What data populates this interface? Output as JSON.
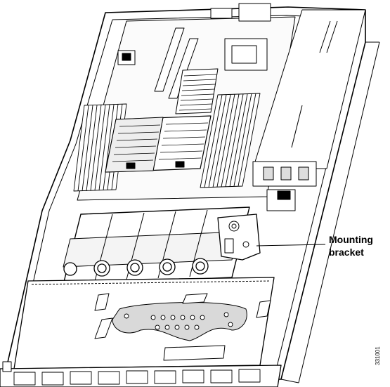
{
  "callout": {
    "line1": "Mounting",
    "line2": "bracket"
  },
  "figure_id": "331001",
  "colors": {
    "ink": "#000000",
    "paper": "#ffffff",
    "shade": "#d9d9d9"
  }
}
